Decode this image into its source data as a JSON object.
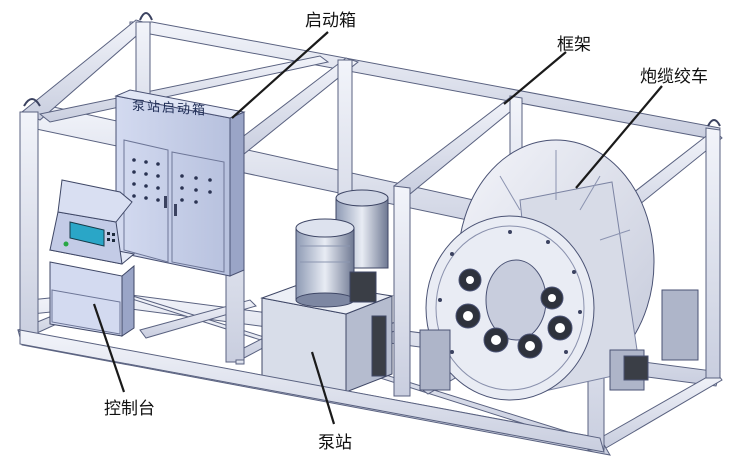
{
  "labels": {
    "start_box": "启动箱",
    "frame": "框架",
    "cable_winch": "炮缆绞车",
    "console": "控制台",
    "pump_station": "泵站"
  },
  "panel_sign": "泵站启动箱",
  "colors": {
    "frame": "#dfe3ef",
    "frame_edge": "#5a6280",
    "cabinet": "#c9d2ec",
    "motor": "#4a5a78",
    "screen": "#2aa6c7",
    "drum": "#e6e9f2",
    "leader": "#1a1a1a"
  }
}
